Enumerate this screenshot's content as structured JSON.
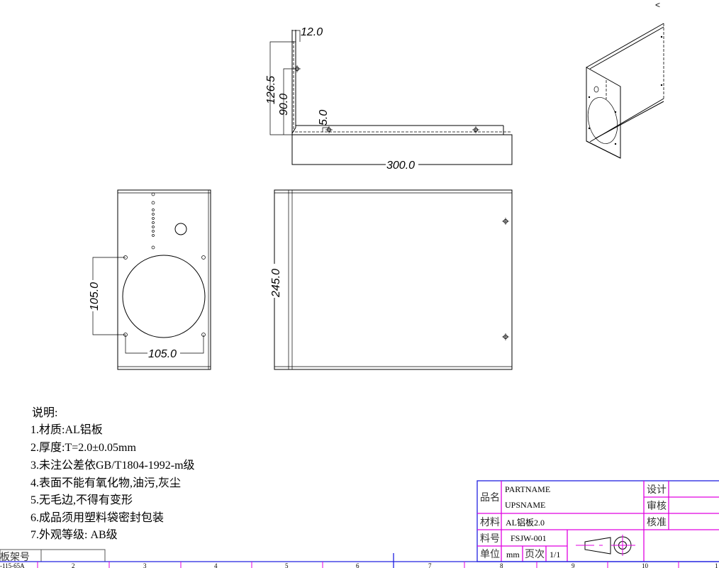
{
  "drawing": {
    "top_marker": "<",
    "dimensions": {
      "flange_width": "12.0",
      "height_total": "126.5",
      "hole_height": "90.0",
      "hole_offset": "5.0",
      "length": "300.0",
      "hole_spacing_v": "105.0",
      "hole_spacing_h": "105.0",
      "depth": "245.0"
    }
  },
  "notes": {
    "title": "说明:",
    "items": [
      "1.材质:AL铝板",
      "2.厚度:T=2.0±0.05mm",
      "3.未注公差依GB/T1804-1992-m级",
      "4.表面不能有氧化物,油污,灰尘",
      "5.无毛边,不得有变形",
      "6.成品须用塑料袋密封包装",
      "7.外观等级: AB级"
    ]
  },
  "title_block": {
    "part_name_label": "品名",
    "part_name_1": "PARTNAME",
    "part_name_2": "UPSNAME",
    "material_label": "材料",
    "material": "AL铝板2.0",
    "part_no_label": "料号",
    "part_no": "FSJW-001",
    "unit_label": "单位",
    "unit": "mm",
    "page_label": "页次",
    "page": "1/1",
    "design_label": "设计",
    "review_label": "审核",
    "approve_label": "核准"
  },
  "frame": {
    "board_no_label": "板架号",
    "left_zone_text": "-115-65A",
    "zones": [
      "2",
      "3",
      "4",
      "5",
      "6",
      "7",
      "8",
      "9",
      "10",
      "1"
    ]
  }
}
